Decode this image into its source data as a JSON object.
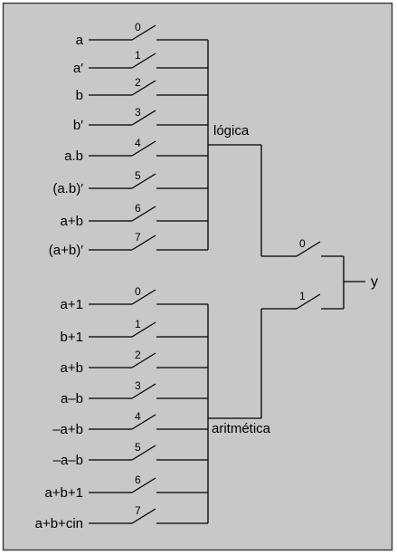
{
  "colors": {
    "panel": "#c8c8c8",
    "border": "#404040",
    "line": "#000000"
  },
  "logic": {
    "label": "lógica",
    "inputs": [
      {
        "label": "a",
        "num": "0"
      },
      {
        "label": "a′",
        "num": "1"
      },
      {
        "label": "b",
        "num": "2"
      },
      {
        "label": "b′",
        "num": "3"
      },
      {
        "label": "a.b",
        "num": "4"
      },
      {
        "label": "(a.b)′",
        "num": "5"
      },
      {
        "label": "a+b",
        "num": "6"
      },
      {
        "label": "(a+b)′",
        "num": "7"
      }
    ]
  },
  "arith": {
    "label": "aritmética",
    "inputs": [
      {
        "label": "a+1",
        "num": "0"
      },
      {
        "label": "b+1",
        "num": "1"
      },
      {
        "label": "a+b",
        "num": "2"
      },
      {
        "label": "a–b",
        "num": "3"
      },
      {
        "label": "–a+b",
        "num": "4"
      },
      {
        "label": "–a–b",
        "num": "5"
      },
      {
        "label": "a+b+1",
        "num": "6"
      },
      {
        "label": "a+b+cin",
        "num": "7"
      }
    ]
  },
  "select": [
    {
      "num": "0"
    },
    {
      "num": "1"
    }
  ],
  "output": {
    "label": "y"
  }
}
